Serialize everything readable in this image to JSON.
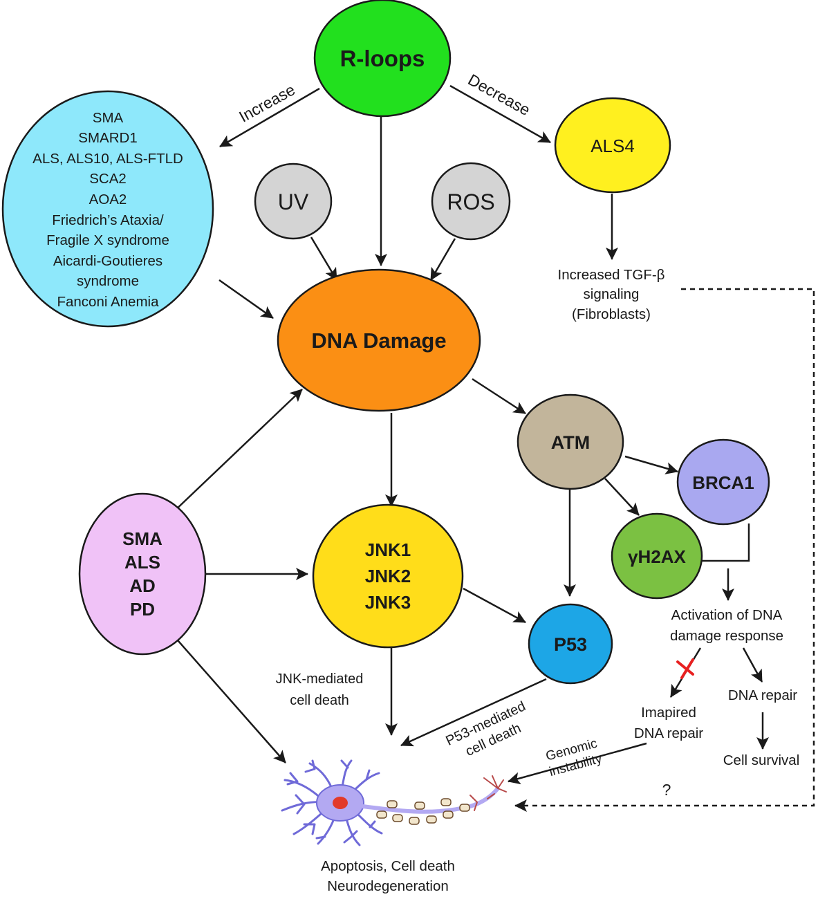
{
  "colors": {
    "rloops": "#22e01e",
    "diseases_left": "#8ee8fb",
    "als4": "#fff01f",
    "uv": "#d4d4d4",
    "ros": "#d4d4d4",
    "dna_damage": "#fb8f14",
    "atm": "#c2b59b",
    "brca1": "#a9a8f0",
    "gh2ax": "#7bc142",
    "diseases_lower": "#f0c2f7",
    "jnk": "#ffdd1a",
    "p53": "#1da6e6",
    "cross": "#e82020",
    "arrow": "#1a1a1a"
  },
  "nodes": {
    "rloops": "R-loops",
    "als4": "ALS4",
    "uv": "UV",
    "ros": "ROS",
    "dna_damage": "DNA Damage",
    "atm": "ATM",
    "brca1": "BRCA1",
    "gh2ax": "γH2AX",
    "p53": "P53",
    "diseases_left": [
      "SMA",
      "SMARD1",
      "ALS, ALS10, ALS-FTLD",
      "SCA2",
      "AOA2",
      "Friedrich’s Ataxia/",
      "Fragile X syndrome",
      "Aicardi-Goutieres",
      "syndrome",
      "Fanconi Anemia"
    ],
    "diseases_lower": [
      "SMA",
      "ALS",
      "AD",
      "PD"
    ],
    "jnk": [
      "JNK1",
      "JNK2",
      "JNK3"
    ]
  },
  "edge_labels": {
    "increase": "Increase",
    "decrease": "Decrease",
    "genomic_instability": [
      "Genomic",
      "instability"
    ],
    "p53_death": [
      "P53-mediated",
      "cell death"
    ],
    "question": "?"
  },
  "texts": {
    "tgf": [
      "Increased TGF-β",
      "signaling",
      "(Fibroblasts)"
    ],
    "jnk_death": [
      "JNK-mediated",
      "cell death"
    ],
    "activation": [
      "Activation of DNA",
      "damage response"
    ],
    "impaired": [
      "Imapired",
      "DNA repair"
    ],
    "dna_repair": "DNA repair",
    "cell_survival": "Cell survival",
    "outcome": [
      "Apoptosis, Cell death",
      "Neurodegeneration"
    ]
  }
}
